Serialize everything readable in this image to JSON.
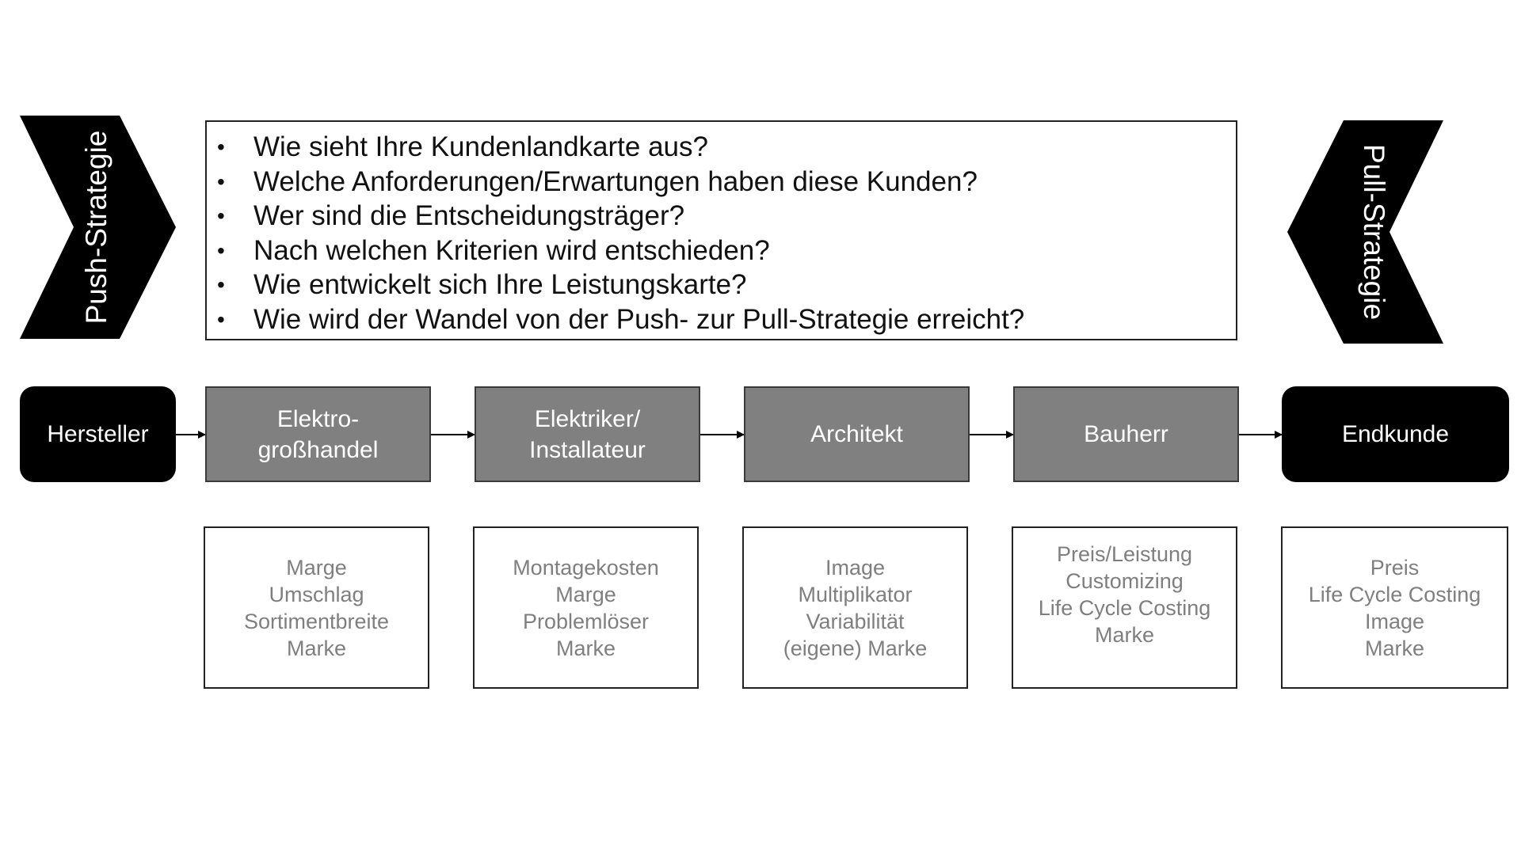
{
  "push_label": "Push-Strategie",
  "pull_label": "Pull-Strategie",
  "questions": [
    "Wie sieht Ihre Kundenlandkarte aus?",
    "Welche Anforderungen/Erwartungen haben diese Kunden?",
    "Wer sind die Entscheidungsträger?",
    "Nach welchen Kriterien wird entschieden?",
    "Wie entwickelt sich Ihre Leistungskarte?",
    "Wie wird der Wandel von der Push- zur Pull-Strategie erreicht?"
  ],
  "chain": {
    "hersteller": "Hersteller",
    "grosshandel": [
      "Elektro-",
      "großhandel"
    ],
    "elektriker": [
      "Elektriker/",
      "Installateur"
    ],
    "architekt": "Architekt",
    "bauherr": "Bauherr",
    "endkunde": "Endkunde"
  },
  "criteria": {
    "grosshandel": [
      "Marge",
      "Umschlag",
      "Sortimentbreite",
      "Marke"
    ],
    "elektriker": [
      "Montagekosten",
      "Marge",
      "Problemlöser",
      "Marke"
    ],
    "architekt": [
      "Image",
      "Multiplikator",
      "Variabilität",
      "(eigene) Marke"
    ],
    "bauherr": [
      "Preis/Leistung",
      "Customizing",
      "Life Cycle Costing",
      "Marke"
    ],
    "endkunde": [
      "Preis",
      "Life Cycle Costing",
      "Image",
      "Marke"
    ]
  },
  "colors": {
    "dark": "#000000",
    "mid_gray": "#808080",
    "criteria_text": "#7f7f7f"
  }
}
